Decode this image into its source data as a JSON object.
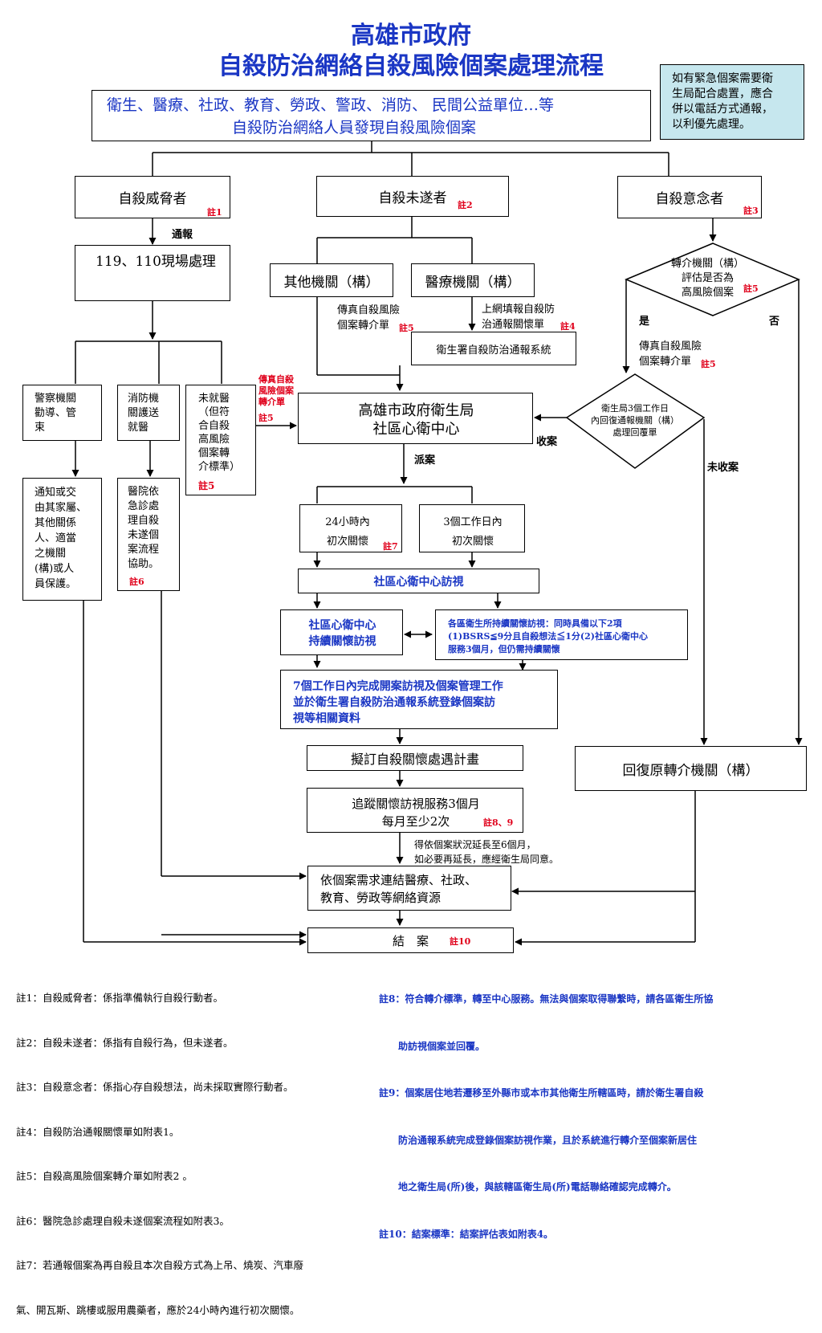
{
  "header": {
    "title_line1": "高雄市政府",
    "title_line2": "自殺防治網絡自殺風險個案處理流程",
    "top_box_line1": "衛生、醫療、社政、教育、勞政、警政、消防、 民間公益單位…等",
    "top_box_line2": "自殺防治網絡人員發現自殺風險個案",
    "urgent_note": "如有緊急個案需要衛\n生局配合處置，應合\n併以電話方式通報，\n以利優先處理。"
  },
  "col_left": {
    "threat": "自殺威脅者",
    "threat_note": "註1",
    "notify": "通報",
    "onsite": "119、110現場處理",
    "police": "警察機關\n勸導、管\n束",
    "fire": "消防機\n關護送\n就醫",
    "no_med": "未就醫\n（但符\n合自殺\n高風險\n個案轉\n介標準）",
    "no_med_note": "註5",
    "fax_label": "傳真自殺\n風險個案\n轉介單",
    "fax_label_note": "註5",
    "police_next": "通知或交\n由其家屬、\n其他關係\n人、適當\n之機關\n(構)或人\n員保護。",
    "hospital": "醫院依\n急診處\n理自殺\n未遂個\n案流程\n協助。",
    "hospital_note": "註6"
  },
  "col_mid": {
    "attempt": "自殺未遂者",
    "attempt_note": "註2",
    "other_org": "其他機關（構）",
    "medical_org": "醫療機關（構）",
    "fax_referral": "傳真自殺風險\n個案轉介單",
    "fax_referral_note": "註5",
    "online_report": "上網填報自殺防\n治通報關懷單",
    "online_report_note": "註4",
    "mohw_system": "衛生署自殺防治通報系統",
    "center": "高雄市政府衛生局\n社區心衛中心",
    "dispatch": "派案",
    "h24": "24小時內\n初次關懷",
    "h24_note": "註7",
    "d3": "3個工作日內\n初次關懷",
    "visit": "社區心衛中心訪視",
    "continue_visit": "社區心衛中心\n持續關懷訪視",
    "district": "各區衛生所持續關懷訪視：同時具備以下2項\n(1)BSRS≦9分且自殺想法≦1分(2)社區心衛中心\n服務3個月，但仍需持續關懷",
    "seven_day": "7個工作日內完成開案訪視及個案管理工作\n並於衛生署自殺防治通報系統登錄個案訪\n視等相關資料",
    "plan": "擬訂自殺關懷處遇計畫",
    "track": "追蹤關懷訪視服務3個月\n每月至少2次",
    "track_note": "註8、9",
    "extend": "得依個案狀況延長至6個月，\n如必要再延長，應經衛生局同意。",
    "resources": "依個案需求連結醫療、社政、\n教育、勞政等網絡資源",
    "close": "結　案",
    "close_note": "註10"
  },
  "col_right": {
    "ideation": "自殺意念者",
    "ideation_note": "註3",
    "assess": "轉介機關（構）\n評估是否為\n高風險個案",
    "assess_note": "註5",
    "yes": "是",
    "no": "否",
    "fax": "傳真自殺風險\n個案轉介單",
    "fax_note": "註5",
    "reply": "衛生局3個工作日\n內回復通報機關（構）\n處理回覆單",
    "accepted": "收案",
    "not_accepted": "未收案",
    "return": "回復原轉介機關（構）"
  },
  "notes_left": [
    "註1：自殺威脅者：係指準備執行自殺行動者。",
    "註2：自殺未遂者：係指有自殺行為，但未遂者。",
    "註3：自殺意念者：係指心存自殺想法，尚未採取實際行動者。",
    "註4：自殺防治通報關懷單如附表1。",
    "註5：自殺高風險個案轉介單如附表2 。",
    "註6：醫院急診處理自殺未遂個案流程如附表3。",
    "註7：若通報個案為再自殺且本次自殺方式為上吊、燒炭、汽車廢",
    "氣、開瓦斯、跳樓或服用農藥者，應於24小時內進行初次關懷。"
  ],
  "notes_right": [
    "註8：符合轉介標準，轉至中心服務。無法與個案取得聯繫時，請各區衛生所協",
    "　　助訪視個案並回覆。",
    "註9：個案居住地若遷移至外縣市或本市其他衛生所轄區時，請於衛生署自殺",
    "　　防治通報系統完成登錄個案訪視作業，且於系統進行轉介至個案新居住",
    "　　地之衛生局(所)後，與該轄區衛生局(所)電話聯絡確認完成轉介。",
    "註10：結案標準：結案評估表如附表4。"
  ],
  "colors": {
    "title": "#1a36c4",
    "note_red": "#e0001b",
    "urgent_bg": "#c6e7ee"
  }
}
